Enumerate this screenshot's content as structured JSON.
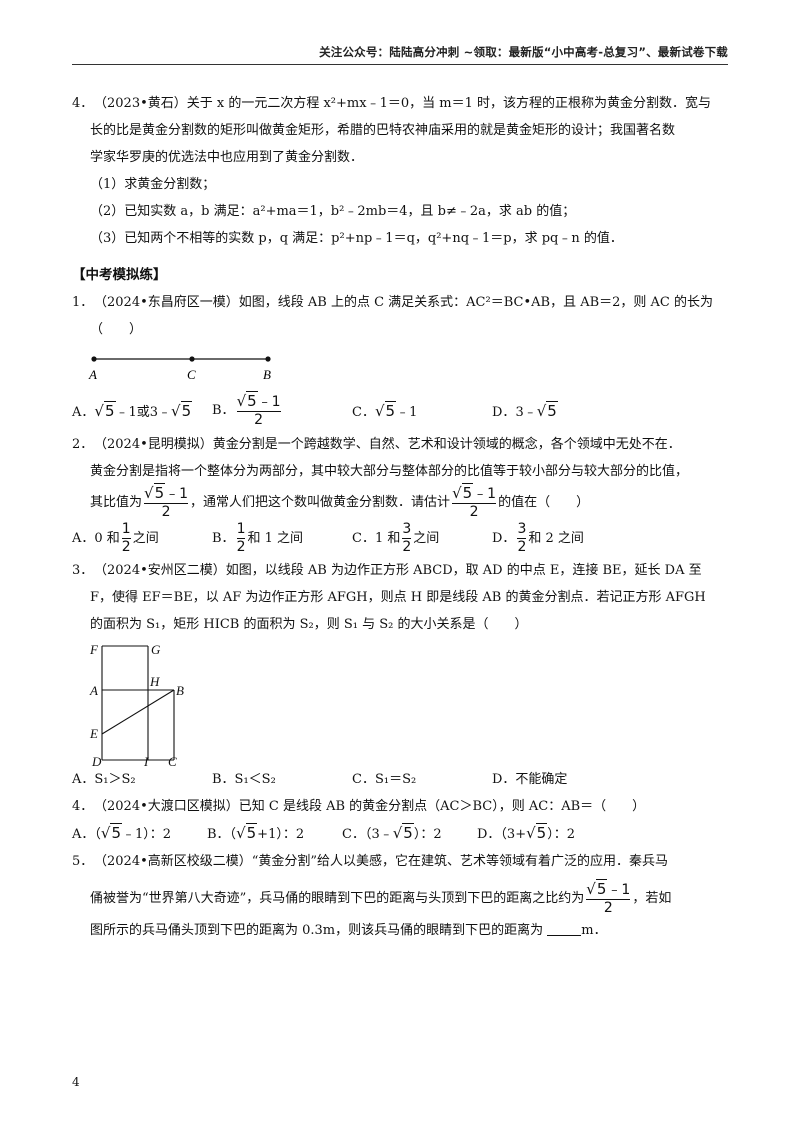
{
  "header": {
    "text": "关注公众号：陆陆高分冲刺  ~领取：最新版“小中高考-总复习”、最新试卷下载"
  },
  "q4a": {
    "num": "4．",
    "l1": "（2023•黄石）关于 x 的一元二次方程 x²+mx﹣1＝0，当 m＝1 时，该方程的正根称为黄金分割数．宽与",
    "l2": "长的比是黄金分割数的矩形叫做黄金矩形，希腊的巴特农神庙采用的就是黄金矩形的设计；我国著名数",
    "l3": "学家华罗庚的优选法中也应用到了黄金分割数．",
    "p1": "（1）求黄金分割数；",
    "p2": "（2）已知实数 a，b 满足：a²+ma＝1，b²﹣2mb＝4，且 b≠﹣2a，求 ab 的值；",
    "p3": "（3）已知两个不相等的实数 p，q 满足：p²+np﹣1＝q，q²+nq﹣1＝p，求 pq﹣n 的值．"
  },
  "section": {
    "title": "【中考模拟练】"
  },
  "m1": {
    "num": "1．",
    "l1": "（2024•东昌府区一模）如图，线段 AB 上的点 C 满足关系式：AC²＝BC•AB，且 AB＝2，则 AC 的长为",
    "l2": "（　　）",
    "fig": {
      "A": "A",
      "C": "C",
      "B": "B"
    },
    "optA": "A．",
    "optA_t1": "5",
    "optA_t2": "﹣1或3﹣",
    "optA_t3": "5",
    "optB": "B．",
    "optB_num": "5",
    "optB_num_tail": "﹣1",
    "optB_den": "2",
    "optC": "C．",
    "optC_r": "5",
    "optC_tail": "﹣1",
    "optD": "D．",
    "optD_head": "3﹣",
    "optD_r": "5"
  },
  "m2": {
    "num": "2．",
    "l1": "（2024•昆明模拟）黄金分割是一个跨越数学、自然、艺术和设计领域的概念，各个领域中无处不在．",
    "l2": "黄金分割是指将一个整体分为两部分，其中较大部分与整体部分的比值等于较小部分与较大部分的比值，",
    "l3a": "其比值为",
    "l3b": "，通常人们把这个数叫做黄金分割数．请估计",
    "l3c": "的值在（　　）",
    "frac_r": "5",
    "frac_tail": "﹣1",
    "frac_den": "2",
    "optA": "A．0 和",
    "optA_num": "1",
    "optA_den": "2",
    "optA_tail": "之间",
    "optB": "B．",
    "optB_num": "1",
    "optB_den": "2",
    "optB_tail": "和 1 之间",
    "optC": "C．1 和",
    "optC_num": "3",
    "optC_den": "2",
    "optC_tail": "之间",
    "optD": "D．",
    "optD_num": "3",
    "optD_den": "2",
    "optD_tail": "和 2 之间"
  },
  "m3": {
    "num": "3．",
    "l1": "（2024•安州区二模）如图，以线段 AB 为边作正方形 ABCD，取 AD 的中点 E，连接 BE，延长 DA 至",
    "l2": "F，使得 EF＝BE，以 AF 为边作正方形 AFGH，则点 H 即是线段 AB 的黄金分割点．若记正方形 AFGH",
    "l3": "的面积为 S₁，矩形 HICB 的面积为 S₂，则 S₁ 与 S₂ 的大小关系是（　　）",
    "fig": {
      "F": "F",
      "G": "G",
      "A": "A",
      "H": "H",
      "B": "B",
      "E": "E",
      "D": "D",
      "I": "I",
      "C": "C"
    },
    "optA": "A．S₁＞S₂",
    "optB": "B．S₁＜S₂",
    "optC": "C．S₁＝S₂",
    "optD": "D．不能确定"
  },
  "m4": {
    "num": "4．",
    "l1": "（2024•大渡口区模拟）已知 C 是线段 AB 的黄金分割点（AC＞BC），则 AC：AB＝（　　）",
    "optA_h": "A．（",
    "optA_r": "5",
    "optA_t": "﹣1）：2",
    "optB_h": "B．（",
    "optB_r": "5",
    "optB_t": "+1）：2",
    "optC_h": "C．（3﹣",
    "optC_r": "5",
    "optC_t": "）：2",
    "optD_h": "D．（3+",
    "optD_r": "5",
    "optD_t": "）：2"
  },
  "m5": {
    "num": "5．",
    "l1": "（2024•高新区校级二模）“黄金分割”给人以美感，它在建筑、艺术等领域有着广泛的应用．秦兵马",
    "l2a": "俑被誉为“世界第八大奇迹”，兵马俑的眼睛到下巴的距离与头顶到下巴的距离之比约为",
    "l2b": "，若如",
    "frac_r": "5",
    "frac_tail": "﹣1",
    "frac_den": "2",
    "l3a": "图所示的兵马俑头顶到下巴的距离为 0.3m，则该兵马俑的眼睛到下巴的距离为",
    "l3b": "m．"
  },
  "page": {
    "number": "4"
  }
}
